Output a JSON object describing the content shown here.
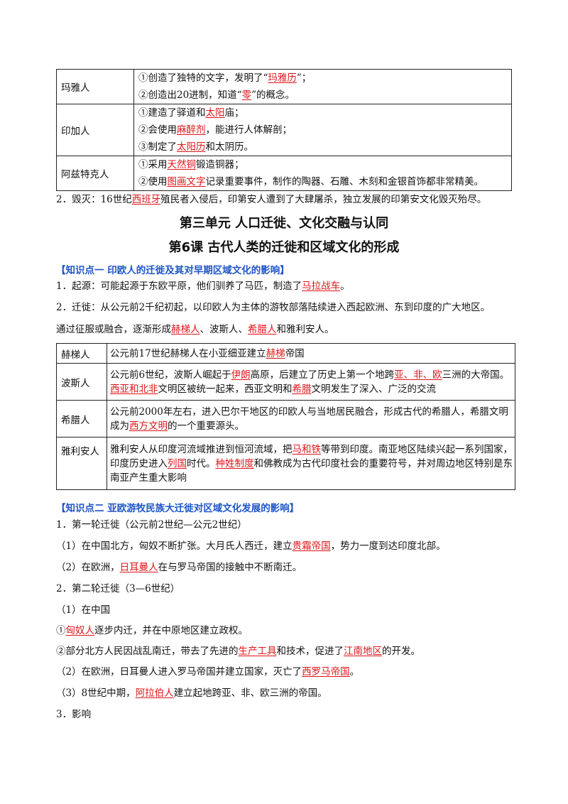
{
  "table1": [
    {
      "name": "玛雅人",
      "lines": [
        {
          "pre": "①创造了独特的文字，发明了“",
          "hl": "玛雅历",
          "post": "”；"
        },
        {
          "pre": "②创造出20进制，知道“",
          "hl": "零",
          "post": "”的概念。"
        }
      ]
    },
    {
      "name": "印加人",
      "lines": [
        {
          "pre": "①建造了驿道和",
          "hl": "太阳",
          "post": "庙；"
        },
        {
          "pre": "②会使用",
          "hl": "麻醉剂",
          "post": "，能进行人体解剖；"
        },
        {
          "pre": "③制定了",
          "hl": "太阳历",
          "post": "和太阴历。"
        }
      ]
    },
    {
      "name": "阿兹特克人",
      "lines": [
        {
          "pre": "①采用",
          "hl": "天然铜",
          "post": "锻造铜器；"
        },
        {
          "pre": "②使用",
          "hl": "图画文字",
          "post": "记录重要事件，制作的陶器、石雕、木刻和金银首饰都非常精美。"
        }
      ]
    }
  ],
  "para_destroy": {
    "pre": "2．毁灭：16世纪",
    "hl": "西班牙",
    "post": "殖民者入侵后，印第安人遭到了大肆屠杀，独立发展的印第安文化毁灭殆尽。"
  },
  "unit_title": "第三单元  人口迁徙、文化交融与认同",
  "lesson_title": "第6课  古代人类的迁徙和区域文化的形成",
  "kp1_title": "【知识点一    印欧人的迁徙及其对早期区域文化的影响】",
  "kp1_origin": {
    "pre": "1．起源：可能起源于东欧平原，他们驯养了马匹，制造了",
    "hl": "马拉战车",
    "post": "。"
  },
  "kp1_migration": "2．迁徙：从公元前2千纪初起，以印欧人为主体的游牧部落陆续进入西起欧洲、东到印度的广大地区。",
  "kp1_conquest": {
    "a": "通过征服或融合，逐渐形成",
    "h1": "赫梯人",
    "b": "、波斯人、",
    "h2": "希腊人",
    "c": "和雅利安人。"
  },
  "table2": {
    "hittite": {
      "name": "赫梯人",
      "a": "公元前17世纪赫梯人在小亚细亚建立",
      "h1": "赫梯",
      "b": "帝国"
    },
    "persian": {
      "name": "波斯人",
      "a": "公元前6世纪，波斯人崛起于",
      "h1": "伊朗",
      "b": "高原，后建立了历史上第一个地跨",
      "h2": "亚、非、欧",
      "c": "三洲的大帝国。",
      "h3": "西亚和北非",
      "d": "文明区被统一起来，西亚文明和",
      "h4": "希腊",
      "e": "文明发生了深入、广泛的交流"
    },
    "greek": {
      "name": "希腊人",
      "a": "公元前2000年左右，进入巴尔干地区的印欧人与当地居民融合，形成古代的希腊人，希腊文明成为",
      "h1": "西方文明",
      "b": "的一个重要源头。"
    },
    "aryan": {
      "name": "雅利安人",
      "a": "雅利安人从印度河流域推进到恒河流域，把",
      "h1": "马和铁",
      "b": "等带到印度。南亚地区陆续兴起一系列国家，印度历史进入",
      "h2": "列国",
      "c": "时代。",
      "h3": "种姓制度",
      "d": "和佛教成为古代印度社会的重要符号，并对周边地区特别是东南亚产生重大影响"
    }
  },
  "kp2_title": "【知识点二    亚欧游牧民族大迁徙对区域文化发展的影响】",
  "kp2_first": "1．第一轮迁徙（公元前2世纪—公元2世纪）",
  "kp2_first_1": {
    "pre": "（1）在中国北方，匈奴不断扩张。大月氏人西迁，建立",
    "hl": "贵霜帝国",
    "post": "，势力一度到达印度北部。"
  },
  "kp2_first_2": {
    "pre": "（2）在欧洲，",
    "hl": "日耳曼人",
    "post": "在与罗马帝国的接触中不断南迁。"
  },
  "kp2_second": "2．第二轮迁徙（3—6世纪）",
  "kp2_second_1": "（1）在中国",
  "kp2_second_1a": {
    "pre": "①",
    "hl": "匈奴人",
    "post": "逐步内迁，并在中原地区建立政权。"
  },
  "kp2_second_1b": {
    "a": "②部分北方人民因战乱南迁，带去了先进的",
    "h1": "生产工具",
    "b": "和技术，促进了",
    "h2": "江南地区",
    "c": "的开发。"
  },
  "kp2_second_2": {
    "pre": "（2）在欧洲，日耳曼人进入罗马帝国并建立国家，灭亡了",
    "hl": "西罗马帝国",
    "post": "。"
  },
  "kp2_second_3": {
    "pre": "（3）8世纪中期，",
    "hl": "阿拉伯人",
    "post": "建立起地跨亚、非、欧三洲的帝国。"
  },
  "kp2_impact": "3．影响"
}
